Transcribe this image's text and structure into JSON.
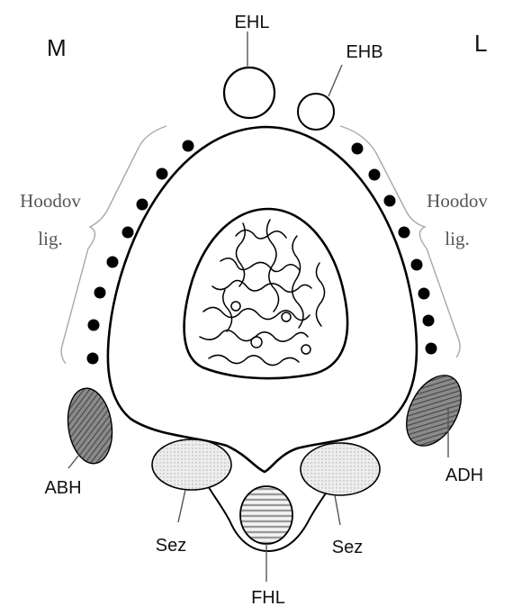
{
  "corner_labels": {
    "medial": "M",
    "lateral": "L"
  },
  "tendon_labels": {
    "ehl_top": "EHL",
    "ehb": "EHB",
    "abh": "ABH",
    "adh": "ADH",
    "sez_left": "Sez",
    "sez_right": "Sez",
    "fhl": "FHL"
  },
  "ligament_labels": {
    "left_line1": "Hoodov",
    "left_line2": "lig.",
    "right_line1": "Hoodov",
    "right_line2": "lig."
  },
  "colors": {
    "ink": "#000000",
    "muscle_hatch": "#6f6f6f",
    "sesamoid_fill": "#e2e2e2",
    "fhl_stripes": "#9a9a9a",
    "ligament_bracket": "#a8a8a8"
  }
}
